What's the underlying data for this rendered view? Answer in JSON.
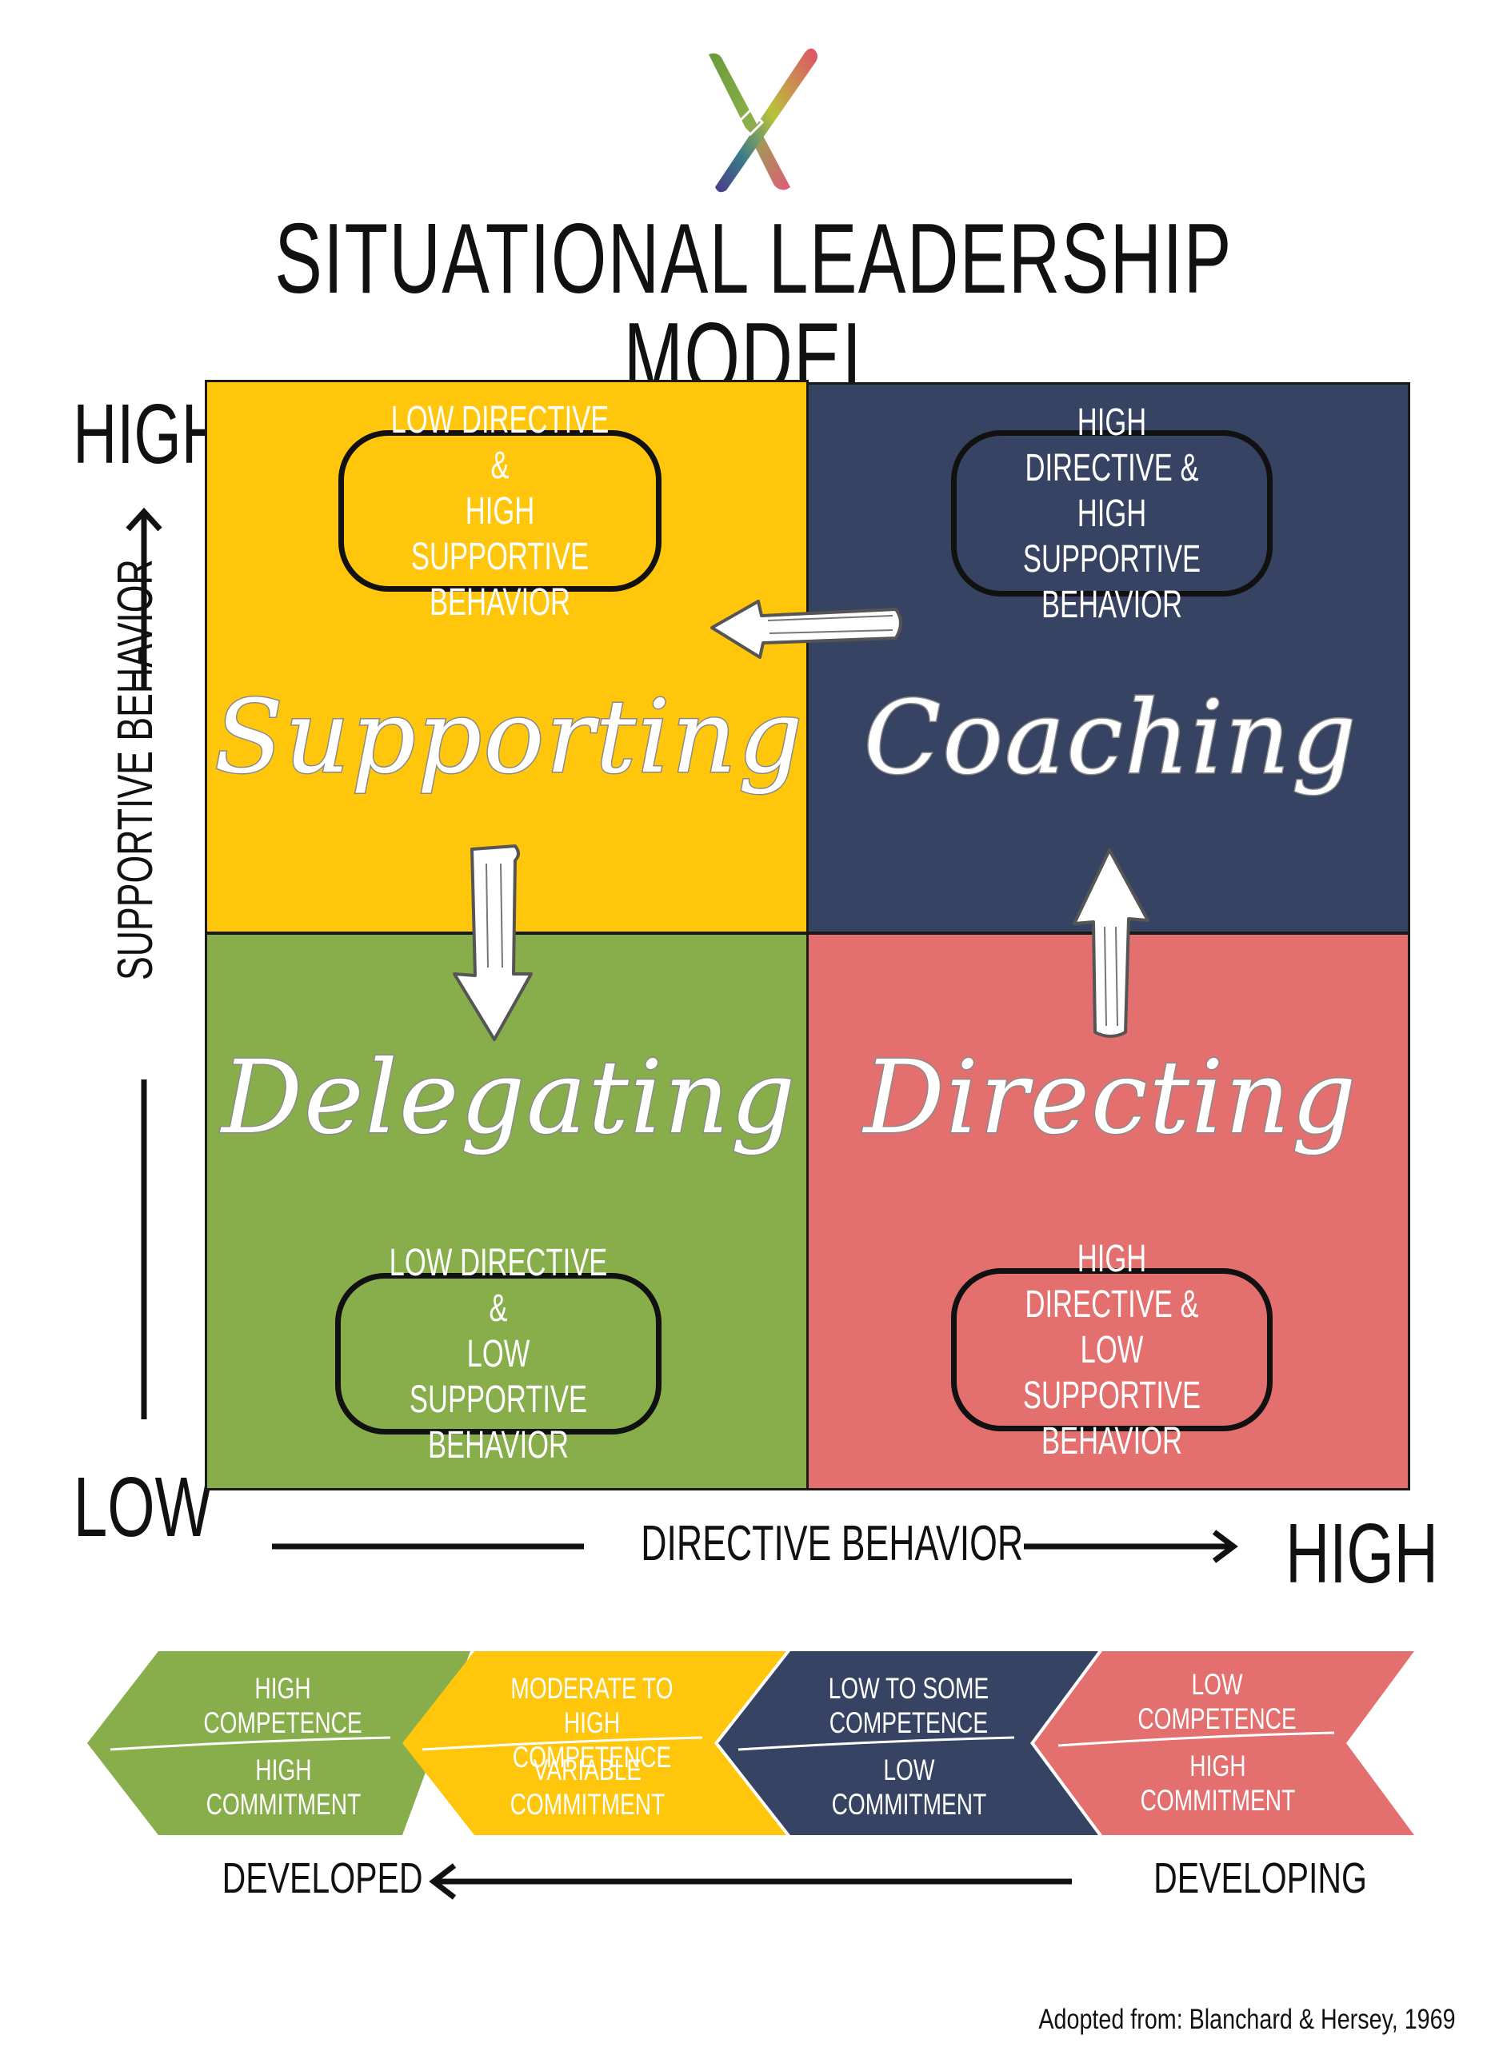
{
  "title": "SITUATIONAL LEADERSHIP MODEL",
  "colors": {
    "supporting": "#FFC60B",
    "coaching": "#374362",
    "delegating": "#87AE4B",
    "directing": "#E3706E"
  },
  "axes": {
    "y_high": "HIGH",
    "y_low": "LOW",
    "y_label": "SUPPORTIVE BEHAVIOR",
    "x_label": "DIRECTIVE BEHAVIOR",
    "x_high": "HIGH"
  },
  "quadrants": {
    "supporting": {
      "name": "Supporting",
      "behavior": "LOW DIRECTIVE &\nHIGH SUPPORTIVE\nBEHAVIOR"
    },
    "coaching": {
      "name": "Coaching",
      "behavior": "HIGH DIRECTIVE &\nHIGH SUPPORTIVE\nBEHAVIOR"
    },
    "delegating": {
      "name": "Delegating",
      "behavior": "LOW DIRECTIVE &\nLOW SUPPORTIVE\nBEHAVIOR"
    },
    "directing": {
      "name": "Directing",
      "behavior": "HIGH DIRECTIVE &\nLOW SUPPORTIVE\nBEHAVIOR"
    }
  },
  "stages": [
    {
      "competence": "HIGH\nCOMPETENCE",
      "commitment": "HIGH\nCOMMITMENT"
    },
    {
      "competence": "MODERATE TO HIGH\nCOMPETENCE",
      "commitment": "VARIABLE\nCOMMITMENT"
    },
    {
      "competence": "LOW TO SOME\nCOMPETENCE",
      "commitment": "LOW\nCOMMITMENT"
    },
    {
      "competence": "LOW\nCOMPETENCE",
      "commitment": "HIGH\nCOMMITMENT"
    }
  ],
  "development": {
    "left": "DEVELOPED",
    "right": "DEVELOPING"
  },
  "credit": "Adopted from: Blanchard & Hersey, 1969"
}
